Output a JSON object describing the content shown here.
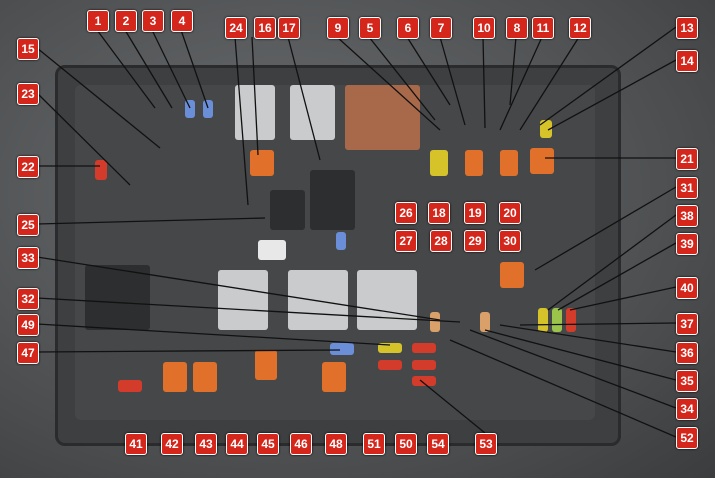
{
  "title": "Fuse box layout",
  "labels": [
    "1",
    "2",
    "3",
    "4",
    "24",
    "16",
    "17",
    "9",
    "5",
    "6",
    "7",
    "10",
    "8",
    "11",
    "12",
    "13",
    "15",
    "23",
    "22",
    "25",
    "33",
    "32",
    "49",
    "47",
    "14",
    "21",
    "31",
    "38",
    "39",
    "40",
    "37",
    "36",
    "35",
    "34",
    "52",
    "18",
    "19",
    "20",
    "26",
    "27",
    "28",
    "29",
    "30",
    "41",
    "42",
    "43",
    "44",
    "45",
    "46",
    "48",
    "51",
    "50",
    "54",
    "53"
  ]
}
